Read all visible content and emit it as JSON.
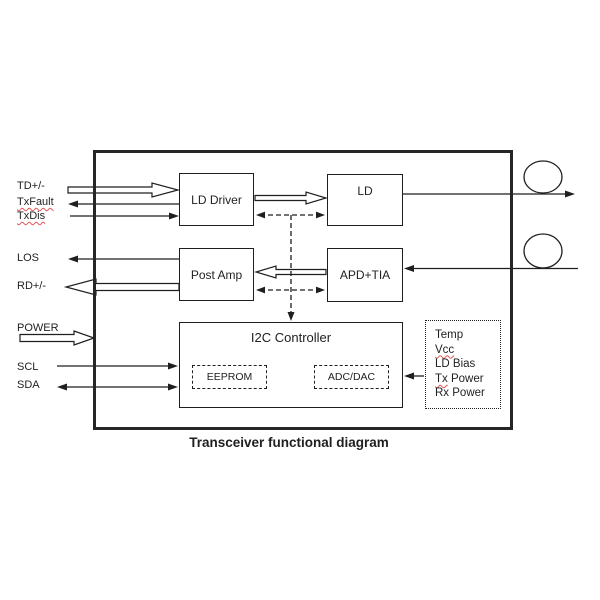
{
  "title_caption": "Transceiver functional diagram",
  "pins": {
    "td": "TD+/-",
    "txfault": "TxFault",
    "txdis": "TxDis",
    "los": "LOS",
    "rd": "RD+/-",
    "power": "POWER",
    "scl": "SCL",
    "sda": "SDA"
  },
  "blocks": {
    "ld_driver": "LD Driver",
    "ld": "LD",
    "post_amp": "Post Amp",
    "apd_tia": "APD+TIA",
    "i2c": "I2C Controller",
    "eeprom": "EEPROM",
    "adc_dac": "ADC/DAC"
  },
  "monitor_box": {
    "items": [
      {
        "wavy": "",
        "rest": "Temp"
      },
      {
        "wavy": "Vcc",
        "rest": ""
      },
      {
        "wavy": "",
        "rest": "LD Bias"
      },
      {
        "wavy": "Tx",
        "rest": " Power"
      },
      {
        "wavy": "",
        "rest": "Rx Power"
      }
    ]
  },
  "colors": {
    "outline": "#1f1f1f",
    "outer_border": "#262626",
    "spellcheck_squiggle": "#e05555",
    "background": "#ffffff"
  }
}
